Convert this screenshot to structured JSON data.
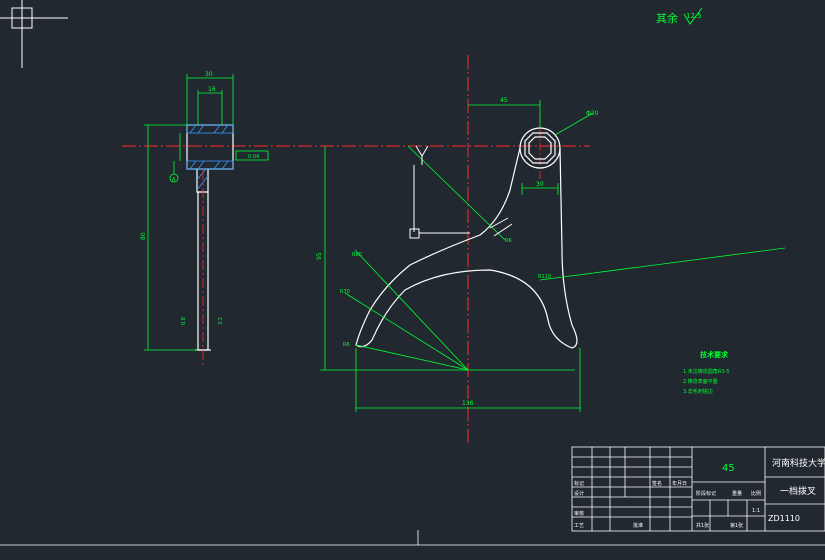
{
  "colors": {
    "background": "#212830",
    "outline": "#ffffff",
    "dimension": "#00ff33",
    "centerline": "#ff2a2a",
    "hatch": "#3399ff",
    "title_block": "#ffffff"
  },
  "roughness_note": {
    "text": "其余",
    "value": "12.5"
  },
  "side_view": {
    "dims": {
      "top_width": "30",
      "inner_width": "16",
      "overall_height": "80"
    },
    "tolerance_box": "0.04",
    "datum_label": "A",
    "section_labels": [
      "0.8",
      "3.2"
    ]
  },
  "front_view": {
    "dims": {
      "horizontal_offset": "45",
      "hole_diameter": "Φ20",
      "neck_width": "30",
      "overall_height": "95",
      "overall_width": "136",
      "r_small": "R6",
      "r_fork": "R80",
      "r_inner": "R70",
      "r_side": "R110",
      "r_corner": "R6"
    }
  },
  "tech_requirements": {
    "title": "技术要求",
    "items": [
      "1.未注铸造圆角R3-5",
      "2.铸造表面平整",
      "3.去毛刺锐边"
    ]
  },
  "title_block": {
    "material": "45",
    "school": "河南科技大学",
    "part_name": "一档拨叉",
    "drawing_no": "ZD1110",
    "scale": "1:1",
    "header_cells": [
      "阶段标记",
      "重量",
      "比例"
    ],
    "left_rows": [
      "标记",
      "设计",
      "审核",
      "工艺"
    ],
    "bottom_cells": [
      "共1张",
      "第1张"
    ],
    "sign_cells": [
      "签名",
      "年月日"
    ],
    "approval": "批准"
  }
}
